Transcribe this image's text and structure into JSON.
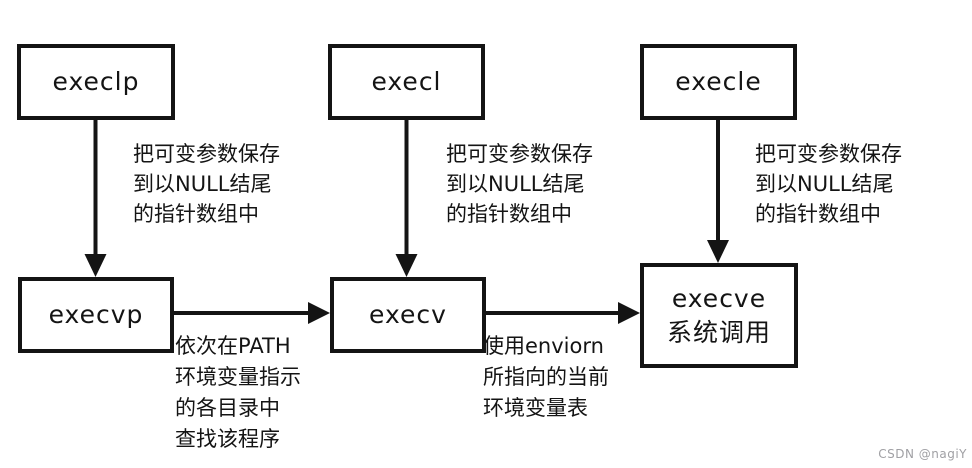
{
  "page": {
    "background_color": "#ffffff",
    "stroke_color": "#141414",
    "text_color": "#141414"
  },
  "diagram": {
    "nodes": {
      "execlp": {
        "label": "execlp"
      },
      "execl": {
        "label": "execl"
      },
      "execle": {
        "label": "execle"
      },
      "execvp": {
        "label": "execvp"
      },
      "execv": {
        "label": "execv"
      },
      "execve": {
        "label": "execve\n系统调用"
      }
    },
    "annotations": {
      "execlp_to_execvp": "把可变参数保存\n到以NULL结尾\n的指针数组中",
      "execl_to_execv": "把可变参数保存\n到以NULL结尾\n的指针数组中",
      "execle_to_execve": "把可变参数保存\n到以NULL结尾\n的指针数组中",
      "execvp_to_execv": "依次在PATH\n环境变量指示\n的各目录中\n查找该程序",
      "execv_to_execve": "使用enviorn\n所指向的当前\n环境变量表"
    },
    "watermark": {
      "text": "CSDN @nagiY",
      "color": "#a0a0a4"
    }
  }
}
